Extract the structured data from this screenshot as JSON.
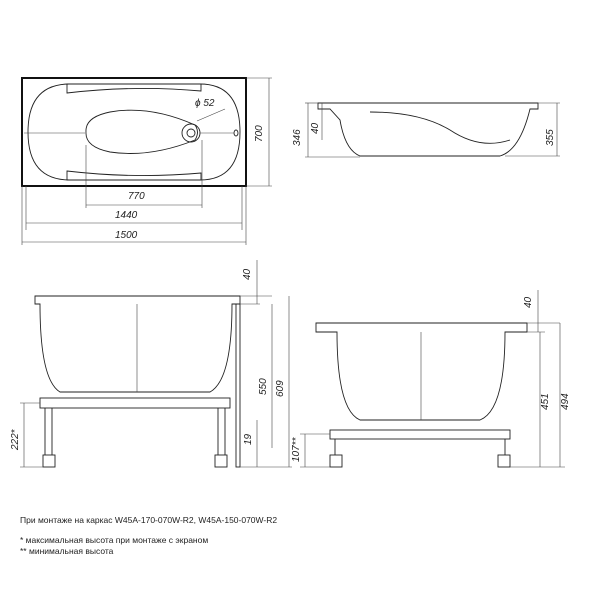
{
  "dimensions": {
    "top_view": {
      "drain_diameter": "52",
      "width": "700",
      "inner_length": "770",
      "bowl_length": "1440",
      "total_length": "1500",
      "diameter_symbol": "ϕ"
    },
    "side_section": {
      "total_height": "346",
      "rim": "40",
      "depth": "355"
    },
    "front_view": {
      "rim": "40",
      "height_550": "550",
      "height_609": "609",
      "gap": "19",
      "leg_height": "222*"
    },
    "end_view": {
      "rim": "40",
      "height_451": "451",
      "height_494": "494",
      "leg_height": "107**"
    }
  },
  "notes": {
    "frame": "При монтаже на каркас W45A-170-070W-R2, W45A-150-070W-R2",
    "note1": "*  максимальная высота при монтаже с экраном",
    "note2": "** минимальная высота"
  }
}
